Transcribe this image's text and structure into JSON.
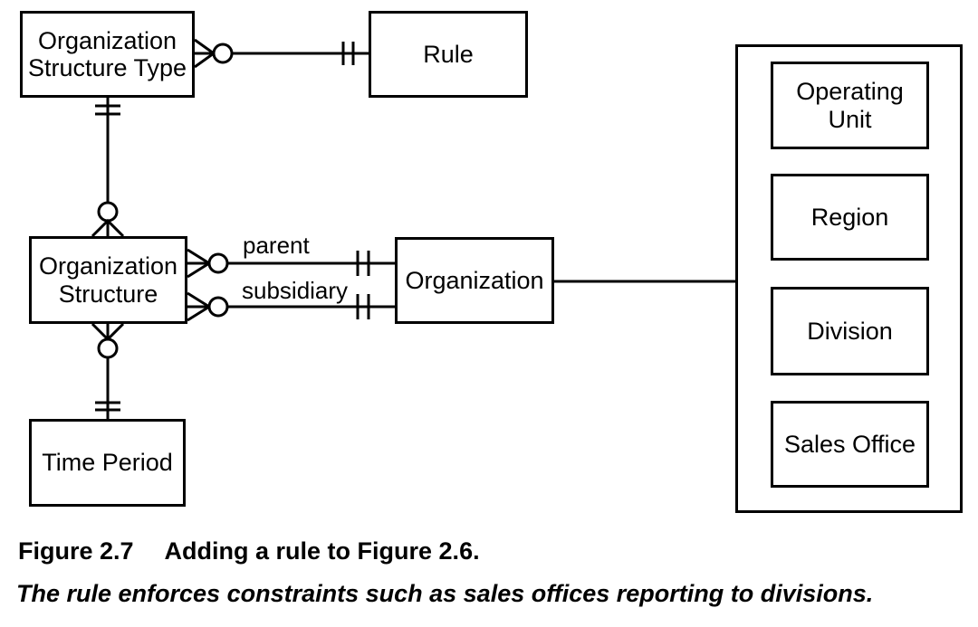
{
  "figure": {
    "caption": {
      "label": "Figure 2.7",
      "title": "Adding a rule to Figure 2.6.",
      "subcaption": "The rule enforces constraints such as sales offices reporting to divisions."
    }
  },
  "diagram": {
    "type": "entity-relationship-diagram",
    "entities": {
      "organization_structure_type": {
        "line1": "Organization",
        "line2": "Structure Type"
      },
      "rule": {
        "label": "Rule"
      },
      "organization_structure": {
        "line1": "Organization",
        "line2": "Structure"
      },
      "organization": {
        "label": "Organization"
      },
      "time_period": {
        "label": "Time Period"
      },
      "operating_unit": {
        "line1": "Operating",
        "line2": "Unit"
      },
      "region": {
        "label": "Region"
      },
      "division": {
        "label": "Division"
      },
      "sales_office": {
        "label": "Sales Office"
      }
    },
    "relationship_labels": {
      "parent": "parent",
      "subsidiary": "subsidiary"
    },
    "relationships": [
      {
        "many_side": "Organization Structure Type",
        "one_side": "Rule",
        "label": "",
        "many_symbol": "crow's foot + circle (zero or many)",
        "one_symbol": "double tick (exactly one)"
      },
      {
        "many_side": "Organization Structure",
        "one_side": "Organization Structure Type",
        "label": "",
        "many_symbol": "crow's foot + circle (zero or many)",
        "one_symbol": "double tick (exactly one)"
      },
      {
        "many_side": "Organization Structure",
        "one_side": "Organization",
        "label": "parent",
        "many_symbol": "crow's foot + circle (zero or many)",
        "one_symbol": "double tick (exactly one)"
      },
      {
        "many_side": "Organization Structure",
        "one_side": "Organization",
        "label": "subsidiary",
        "many_symbol": "crow's foot + circle (zero or many)",
        "one_symbol": "double tick (exactly one)"
      },
      {
        "many_side": "Organization Structure",
        "one_side": "Time Period",
        "label": "",
        "many_symbol": "crow's foot + circle (zero or many)",
        "one_symbol": "double tick (exactly one)"
      },
      {
        "many_side": "",
        "one_side": "",
        "label": "",
        "many_symbol": "plain line",
        "one_symbol": "plain line",
        "note": "Organization connects to category container holding Operating Unit, Region, Division, Sales Office"
      }
    ],
    "colors": {
      "line": "#000000",
      "background": "#ffffff",
      "text": "#000000"
    }
  }
}
